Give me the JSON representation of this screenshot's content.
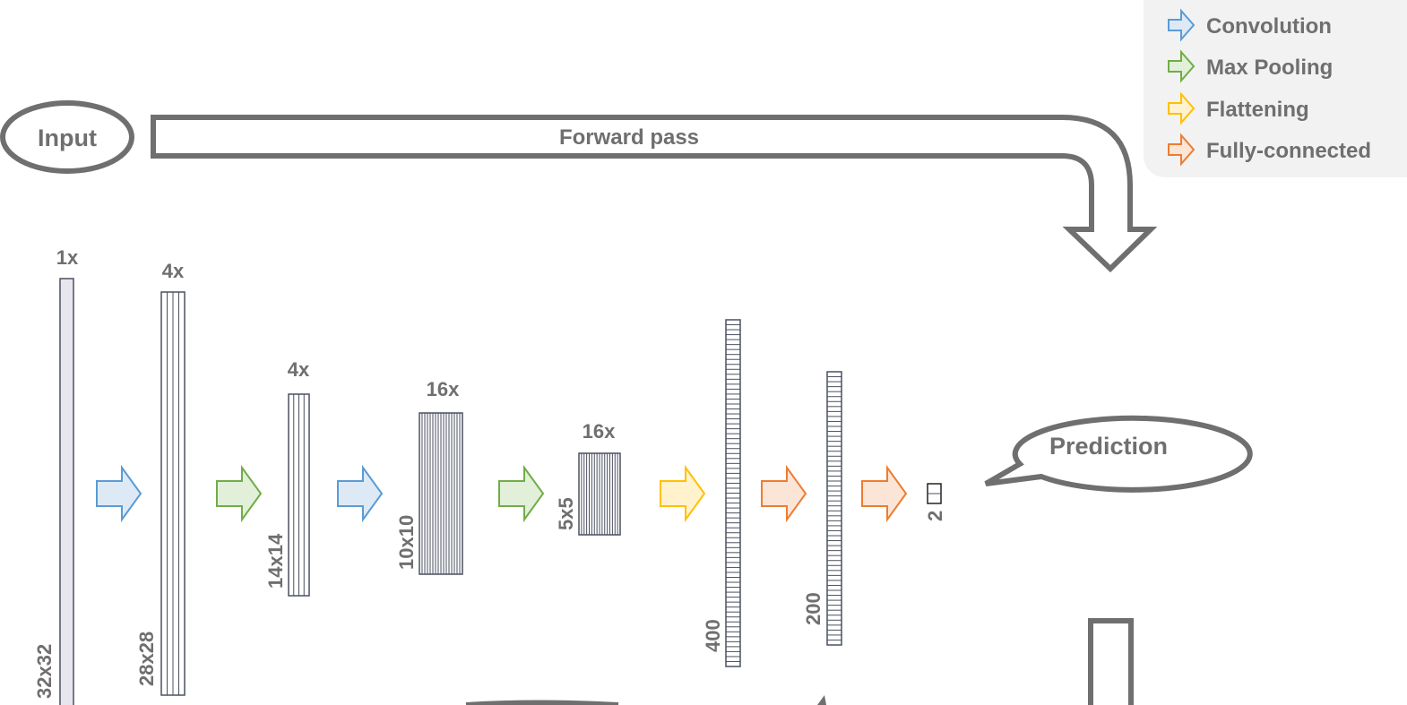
{
  "legend": {
    "items": [
      {
        "label": "Convolution",
        "color": "#5b9bd5",
        "fill": "#ddeaf6"
      },
      {
        "label": "Max Pooling",
        "color": "#70ad47",
        "fill": "#e2f0d9"
      },
      {
        "label": "Flattening",
        "color": "#ffc000",
        "fill": "#fff2cc"
      },
      {
        "label": "Fully-connected",
        "color": "#ed7d31",
        "fill": "#fbe5d6"
      }
    ]
  },
  "input_label": "Input",
  "forward_label": "Forward pass",
  "prediction_label": "Prediction",
  "layers": [
    {
      "channels": "1x",
      "size": "32x32",
      "stripes": 1,
      "shaded": true
    },
    {
      "channels": "4x",
      "size": "28x28",
      "stripes": 4
    },
    {
      "channels": "4x",
      "size": "14x14",
      "stripes": 4
    },
    {
      "channels": "16x",
      "size": "10x10",
      "stripes": 16
    },
    {
      "channels": "16x",
      "size": "5x5",
      "stripes": 16
    },
    {
      "channels": "",
      "size": "400",
      "cells": 70
    },
    {
      "channels": "",
      "size": "200",
      "cells": 55
    },
    {
      "channels": "",
      "size": "2",
      "cells": 2
    }
  ],
  "arrows": [
    "conv",
    "pool",
    "conv",
    "pool",
    "flat",
    "fc",
    "fc"
  ]
}
